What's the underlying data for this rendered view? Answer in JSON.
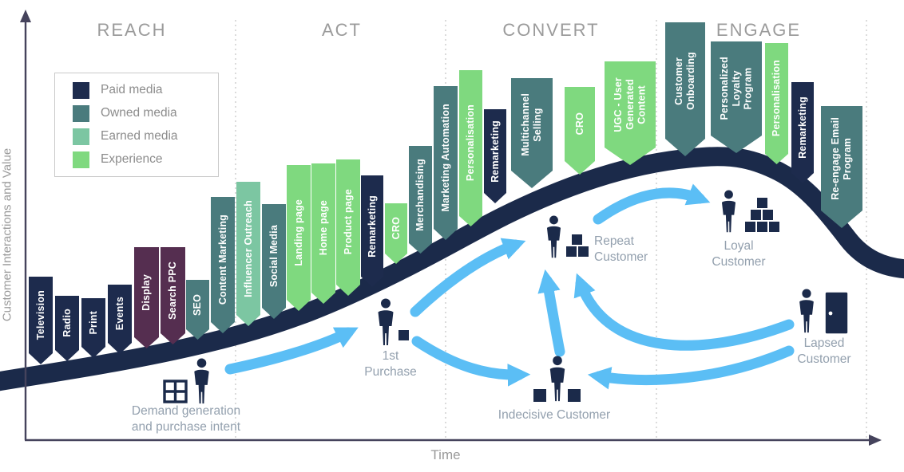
{
  "axes": {
    "y_label": "Customer Interactions and Value",
    "x_label": "Time"
  },
  "phases": [
    {
      "label": "REACH"
    },
    {
      "label": "ACT"
    },
    {
      "label": "CONVERT"
    },
    {
      "label": "ENGAGE"
    }
  ],
  "legend": {
    "items": [
      {
        "key": "paid",
        "label": "Paid media",
        "color": "#1d2b4d"
      },
      {
        "key": "owned",
        "label": "Owned media",
        "color": "#4a7b7d"
      },
      {
        "key": "earned",
        "label": "Earned media",
        "color": "#7cc6a2"
      },
      {
        "key": "experience",
        "label": "Experience",
        "color": "#7fd97f"
      }
    ]
  },
  "extra_colors": {
    "paid_search": "#552e50",
    "curve": "#1b2a4a",
    "arrow": "#5bbef5"
  },
  "banners": [
    {
      "label": "Television",
      "category": "paid"
    },
    {
      "label": "Radio",
      "category": "paid"
    },
    {
      "label": "Print",
      "category": "paid"
    },
    {
      "label": "Events",
      "category": "paid"
    },
    {
      "label": "Display",
      "category": "paid_search"
    },
    {
      "label": "Search PPC",
      "category": "paid_search"
    },
    {
      "label": "SEO",
      "category": "owned"
    },
    {
      "label": "Content Marketing",
      "category": "owned"
    },
    {
      "label": "Influencer Outreach",
      "category": "earned"
    },
    {
      "label": "Social Media",
      "category": "owned"
    },
    {
      "label": "Landing page",
      "category": "experience"
    },
    {
      "label": "Home page",
      "category": "experience"
    },
    {
      "label": "Product page",
      "category": "experience"
    },
    {
      "label": "Remarketing",
      "category": "paid"
    },
    {
      "label": "CRO",
      "category": "experience"
    },
    {
      "label": "Merchandising",
      "category": "owned"
    },
    {
      "label": "Marketing Automation",
      "category": "owned"
    },
    {
      "label": "Personalisation",
      "category": "experience"
    },
    {
      "label": "Remarketing",
      "category": "paid"
    },
    {
      "label": "Multichannel\nSelling",
      "category": "owned"
    },
    {
      "label": "CRO",
      "category": "experience"
    },
    {
      "label": "UGC - User\nGenerated\nContent",
      "category": "experience"
    },
    {
      "label": "Customer\nOnboarding",
      "category": "owned"
    },
    {
      "label": "Personalized\nLoyalty\nProgram",
      "category": "owned"
    },
    {
      "label": "Personalisation",
      "category": "experience"
    },
    {
      "label": "Remarketing",
      "category": "paid"
    },
    {
      "label": "Re-engage Email\nProgram",
      "category": "owned"
    }
  ],
  "actors": [
    {
      "id": "demand-generation",
      "label": "Demand generation\nand purchase intent"
    },
    {
      "id": "first-purchase",
      "label": "1st\nPurchase"
    },
    {
      "id": "indecisive-customer",
      "label": "Indecisive Customer"
    },
    {
      "id": "repeat-customer",
      "label": "Repeat\nCustomer"
    },
    {
      "id": "loyal-customer",
      "label": "Loyal\nCustomer"
    },
    {
      "id": "lapsed-customer",
      "label": "Lapsed\nCustomer"
    }
  ]
}
